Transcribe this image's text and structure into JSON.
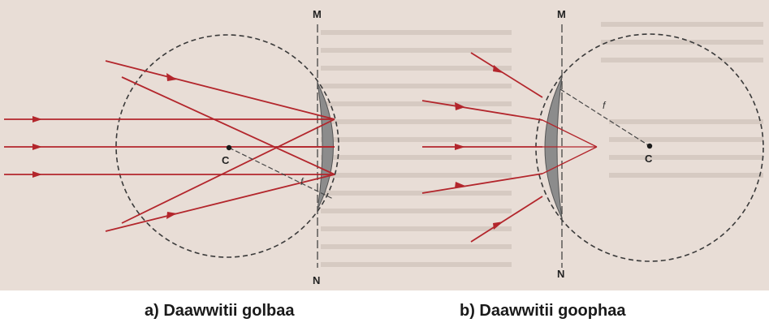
{
  "figure_a": {
    "caption": "a) Daawwitii golbaa",
    "label_m": "M",
    "label_n": "N",
    "label_c": "C",
    "label_f": "f"
  },
  "figure_b": {
    "caption": "b) Daawwitii goophaa",
    "label_m": "M",
    "label_n": "N",
    "label_c": "C",
    "label_f": "f"
  },
  "colors": {
    "ray": "#b3262c",
    "mirror_fill": "#8c8c8c",
    "circle_dash": "#3a3a3a",
    "background": "#e8ddd6"
  }
}
